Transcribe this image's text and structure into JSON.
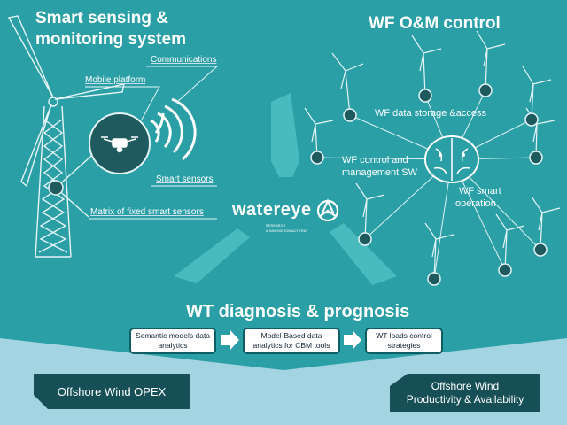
{
  "sections": {
    "sensing_title_line1": "Smart sensing &",
    "sensing_title_line2": "monitoring system",
    "control_title": "WF O&M control",
    "diagnosis_title": "WT diagnosis & prognosis"
  },
  "sensing_labels": {
    "communications": "Communications",
    "mobile_platform": "Mobile platform",
    "smart_sensors": "Smart sensors",
    "matrix_sensors": "Matrix of fixed smart sensors"
  },
  "control_labels": {
    "storage": "WF data storage &access",
    "control_sw_line1": "WF control and",
    "control_sw_line2": "management SW",
    "smart_op_line1": "WF smart",
    "smart_op_line2": "operation"
  },
  "logo": {
    "name": "watereye",
    "tagline_line1": "RESEARCH",
    "tagline_line2": "& INNOVATION ACTIONS"
  },
  "steps": [
    {
      "line1": "Semantic models data",
      "line2": "analytics"
    },
    {
      "line1": "Model-Based data",
      "line2": "analytics for CBM tools"
    },
    {
      "line1": "WT loads control",
      "line2": "strategies"
    }
  ],
  "outcomes": {
    "left": "Offshore Wind OPEX",
    "right_line1": "Offshore Wind",
    "right_line2": "Productivity & Availability"
  },
  "colors": {
    "teal": "#2a9fa6",
    "dark_teal": "#0f5e66",
    "node": "#1f5a5e",
    "light_band": "#a3d4e2",
    "badge": "#174f57"
  },
  "icons": [
    "wind-turbine-icon",
    "drone-icon",
    "signal-waves-icon",
    "brain-icon",
    "watereye-logo-icon",
    "arrow-right-icon"
  ]
}
